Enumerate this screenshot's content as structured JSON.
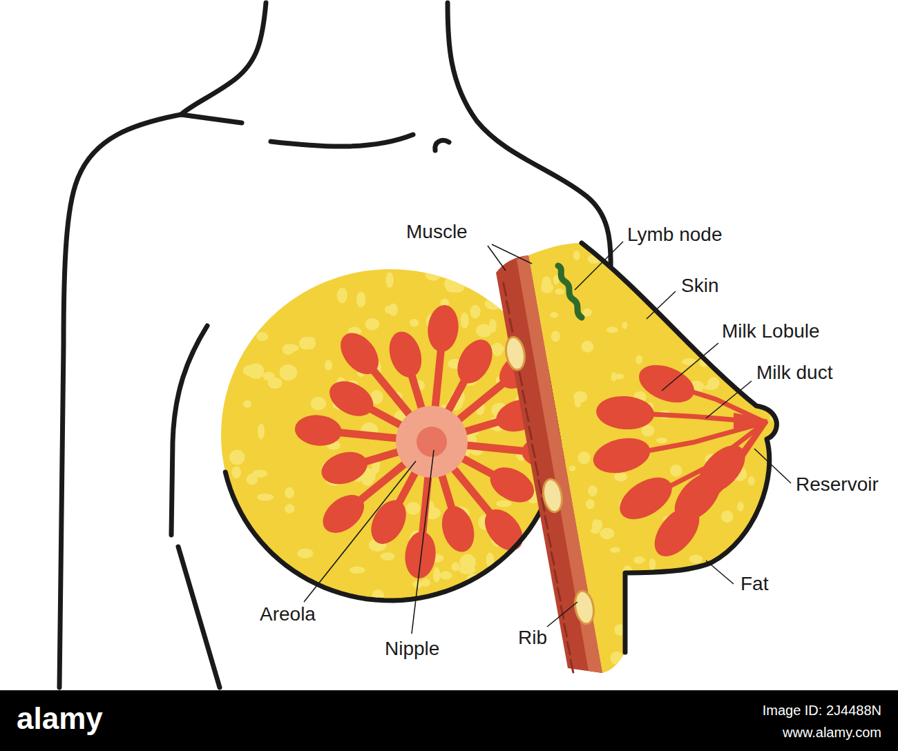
{
  "diagram": {
    "labels": [
      "Muscle",
      "Lymb node",
      "Skin",
      "Milk Lobule",
      "Milk duct",
      "Reservoir",
      "Fat",
      "Areola",
      "Nipple",
      "Rib",
      "alamy",
      "Image ID: 2J4488N",
      "www.alamy.com"
    ]
  }
}
